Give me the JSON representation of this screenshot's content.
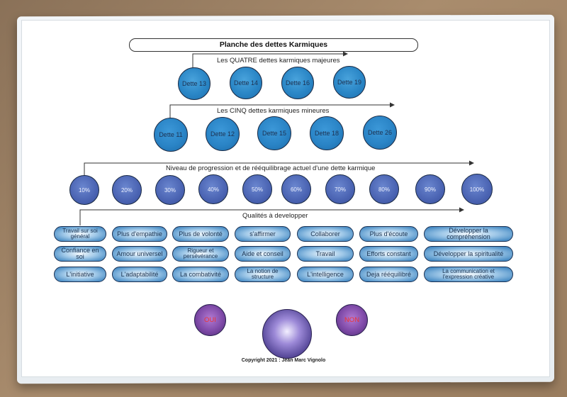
{
  "title": "Planche des dettes Karmiques",
  "sections": {
    "majeures": {
      "label": "Les QUATRE dettes karmiques majeures",
      "items": [
        "Dette 13",
        "Dette 14",
        "Dette 16",
        "Dette 19"
      ]
    },
    "mineures": {
      "label": "Les CINQ dettes karmiques mineures",
      "items": [
        "Dette 11",
        "Dette 12",
        "Dette 15",
        "Dette 18",
        "Dette 26"
      ]
    },
    "progression": {
      "label": "Niveau de progression et de rééquilibrage actuel d'une dette karmique",
      "items": [
        "10%",
        "20%",
        "30%",
        "40%",
        "50%",
        "60%",
        "70%",
        "80%",
        "90%",
        "100%"
      ]
    },
    "qualites": {
      "label": "Qualités à developper",
      "rows": [
        [
          "Travail sur soi général",
          "Plus d'empathie",
          "Plus de volonté",
          "s'affirmer",
          "Collaborer",
          "Plus d'écoute",
          "Développer la compréhension"
        ],
        [
          "Confiance en soi",
          "Amour universel",
          "Rigueur et persévérance",
          "Aide et conseil",
          "Travail",
          "Efforts constant",
          "Développer la spiritualité"
        ],
        [
          "L'initiative",
          "L'adaptabilité",
          "La combativité",
          "La notion de structure",
          "L'intelligence",
          "Deja rééquilibré",
          "La communication et l'expression créative"
        ]
      ]
    }
  },
  "buttons": {
    "oui": "OUI",
    "non": "NON"
  },
  "copyright": "Copyright 2021 : Jean Marc Vignolo",
  "colors": {
    "major": "#2a86c6",
    "minor": "#2a84c6",
    "progress": "#4a63b2",
    "pill_edge": "#2b78b9",
    "oui_non": "#7f4aa8",
    "oui_non_text": "#e33333",
    "center_ball": "#9d8ad8"
  }
}
